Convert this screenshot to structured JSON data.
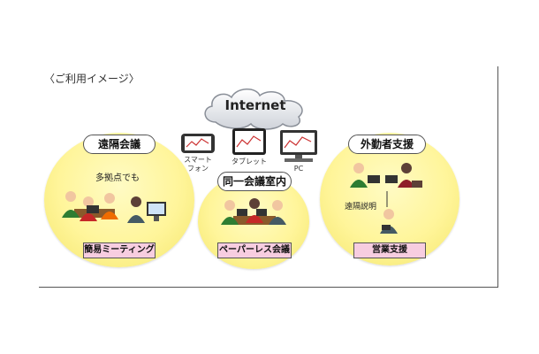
{
  "heading": "〈ご利用イメージ〉",
  "cloud_label": "Internet",
  "devices": [
    {
      "label": "スマート\nフォン",
      "icon": "smartphone-icon"
    },
    {
      "label": "タブレット",
      "icon": "tablet-icon"
    },
    {
      "label": "PC",
      "icon": "pc-monitor-icon"
    }
  ],
  "scenes": [
    {
      "title": "遠隔会議",
      "note": "多拠点でも",
      "tag": "簡易ミーティング"
    },
    {
      "title": "同一会議室内",
      "tag": "ペーパーレス会議"
    },
    {
      "title": "外勤者支援",
      "note": "遠隔説明",
      "tag": "営業支援"
    }
  ],
  "colors": {
    "circle": "#fff59a",
    "tag_background": "#f7cde0",
    "cloud": "#e8eaee"
  }
}
